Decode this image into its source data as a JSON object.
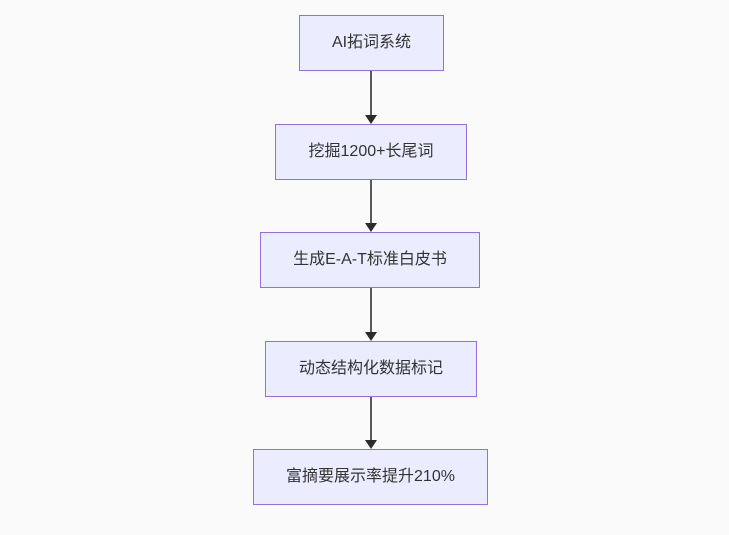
{
  "diagram": {
    "type": "flowchart",
    "direction": "top-down",
    "nodes": [
      {
        "id": "n1",
        "label": "AI拓词系统"
      },
      {
        "id": "n2",
        "label": "挖掘1200+长尾词"
      },
      {
        "id": "n3",
        "label": "生成E-A-T标准白皮书"
      },
      {
        "id": "n4",
        "label": "动态结构化数据标记"
      },
      {
        "id": "n5",
        "label": "富摘要展示率提升210%"
      }
    ],
    "edges": [
      {
        "from": "n1",
        "to": "n2",
        "style": "arrow-down"
      },
      {
        "from": "n2",
        "to": "n3",
        "style": "arrow-down"
      },
      {
        "from": "n3",
        "to": "n4",
        "style": "arrow-down"
      },
      {
        "from": "n4",
        "to": "n5",
        "style": "arrow-down"
      }
    ],
    "colors": {
      "background": "#fafafa",
      "node_fill": "#ECECFF",
      "node_border": "#9370DB",
      "node_text": "#333333",
      "edge_line": "#5a5a5a",
      "arrowhead": "#2b2b2b"
    }
  }
}
